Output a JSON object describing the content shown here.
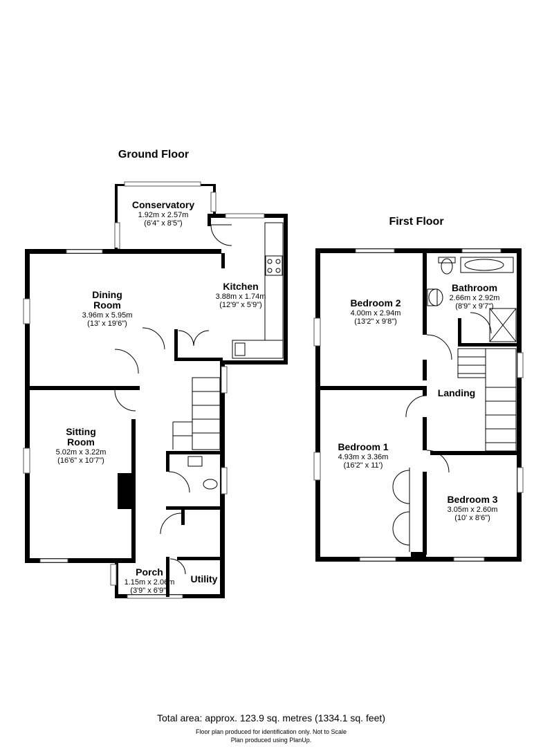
{
  "ground_floor": {
    "title": "Ground Floor",
    "rooms": {
      "conservatory": {
        "name": "Conservatory",
        "dim_m": "1.92m x 2.57m",
        "dim_ft": "(6'4\" x 8'5\")"
      },
      "kitchen": {
        "name": "Kitchen",
        "dim_m": "3.88m x 1.74m",
        "dim_ft": "(12'9\" x 5'9\")"
      },
      "dining": {
        "name_line1": "Dining",
        "name_line2": "Room",
        "dim_m": "3.96m x 5.95m",
        "dim_ft": "(13' x 19'6\")"
      },
      "sitting": {
        "name_line1": "Sitting",
        "name_line2": "Room",
        "dim_m": "5.02m x 3.22m",
        "dim_ft": "(16'6\" x 10'7\")"
      },
      "porch": {
        "name": "Porch",
        "dim_m": "1.15m x 2.06m",
        "dim_ft": "(3'9\" x 6'9\")"
      },
      "utility": {
        "name": "Utility"
      }
    }
  },
  "first_floor": {
    "title": "First Floor",
    "rooms": {
      "bedroom2": {
        "name": "Bedroom 2",
        "dim_m": "4.00m x 2.94m",
        "dim_ft": "(13'2\" x 9'8\")"
      },
      "bathroom": {
        "name": "Bathroom",
        "dim_m": "2.66m x 2.92m",
        "dim_ft": "(8'9\" x 9'7\")"
      },
      "landing": {
        "name": "Landing"
      },
      "bedroom1": {
        "name": "Bedroom 1",
        "dim_m": "4.93m x 3.36m",
        "dim_ft": "(16'2\" x 11')"
      },
      "bedroom3": {
        "name": "Bedroom 3",
        "dim_m": "3.05m x 2.60m",
        "dim_ft": "(10' x 8'6\")"
      }
    }
  },
  "footer": {
    "total_area": "Total area: approx. 123.9 sq. metres (1334.1 sq. feet)",
    "disclaimer": "Floor plan produced for identification only.  Not to Scale",
    "credit": "Plan produced using PlanUp."
  }
}
